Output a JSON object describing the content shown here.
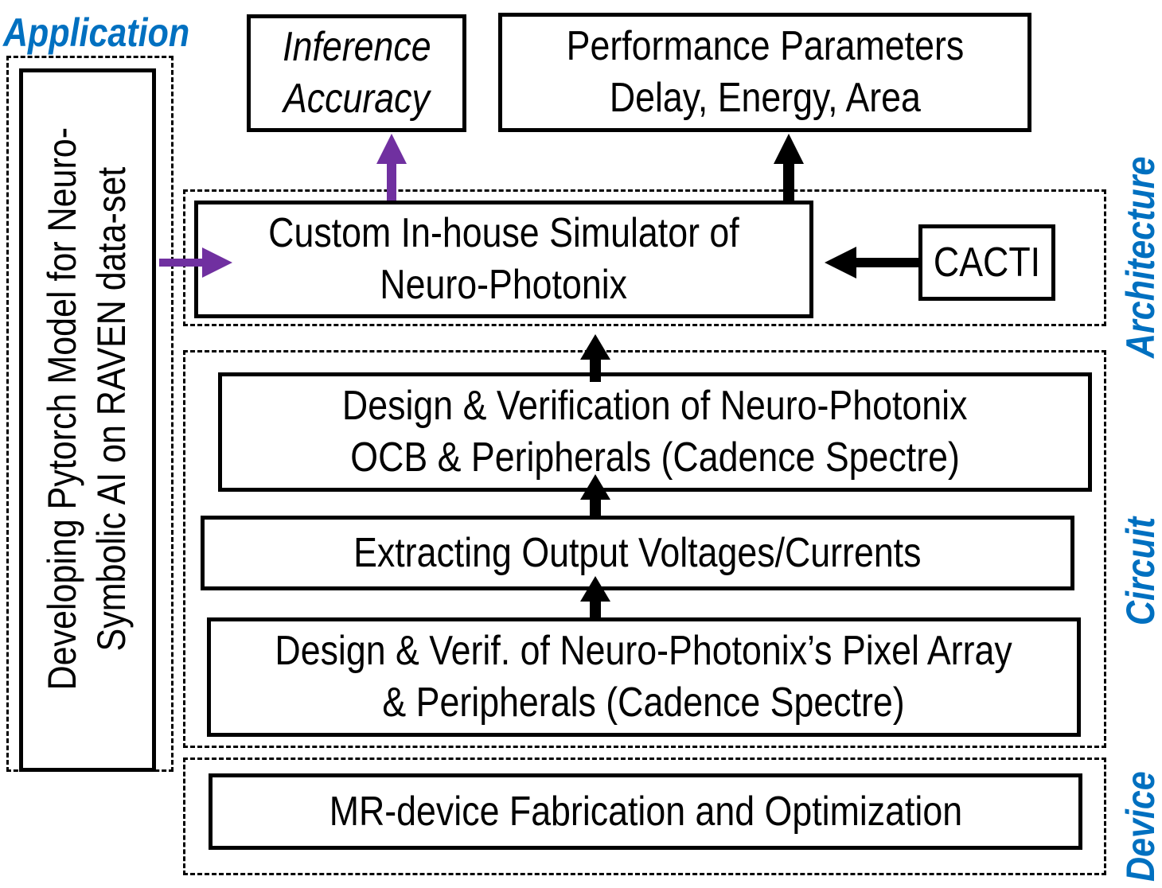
{
  "layers": {
    "application": "Application",
    "architecture": "Architecture",
    "circuit": "Circuit",
    "device": "Device"
  },
  "boxes": {
    "pytorch_model": [
      "Developing Pytorch Model for  Neuro-",
      "Symbolic AI on RAVEN data-set"
    ],
    "inference_accuracy": [
      "Inference",
      "Accuracy"
    ],
    "performance_parameters": [
      "Performance Parameters",
      "Delay, Energy, Area"
    ],
    "simulator": [
      "Custom In-house Simulator of",
      "Neuro-Photonix"
    ],
    "cacti": "CACTI",
    "ocb_design": [
      "Design & Verification of Neuro-Photonix",
      "OCB & Peripherals (Cadence Spectre)"
    ],
    "extracting": "Extracting Output Voltages/Currents",
    "pixel_array": [
      "Design & Verif. of Neuro-Photonix’s Pixel Array",
      "& Peripherals (Cadence Spectre)"
    ],
    "mr_device": "MR-device Fabrication and Optimization"
  },
  "colors": {
    "layer_label": "#0070c0",
    "purple_arrow": "#7030a0",
    "black_arrow": "#000000"
  }
}
